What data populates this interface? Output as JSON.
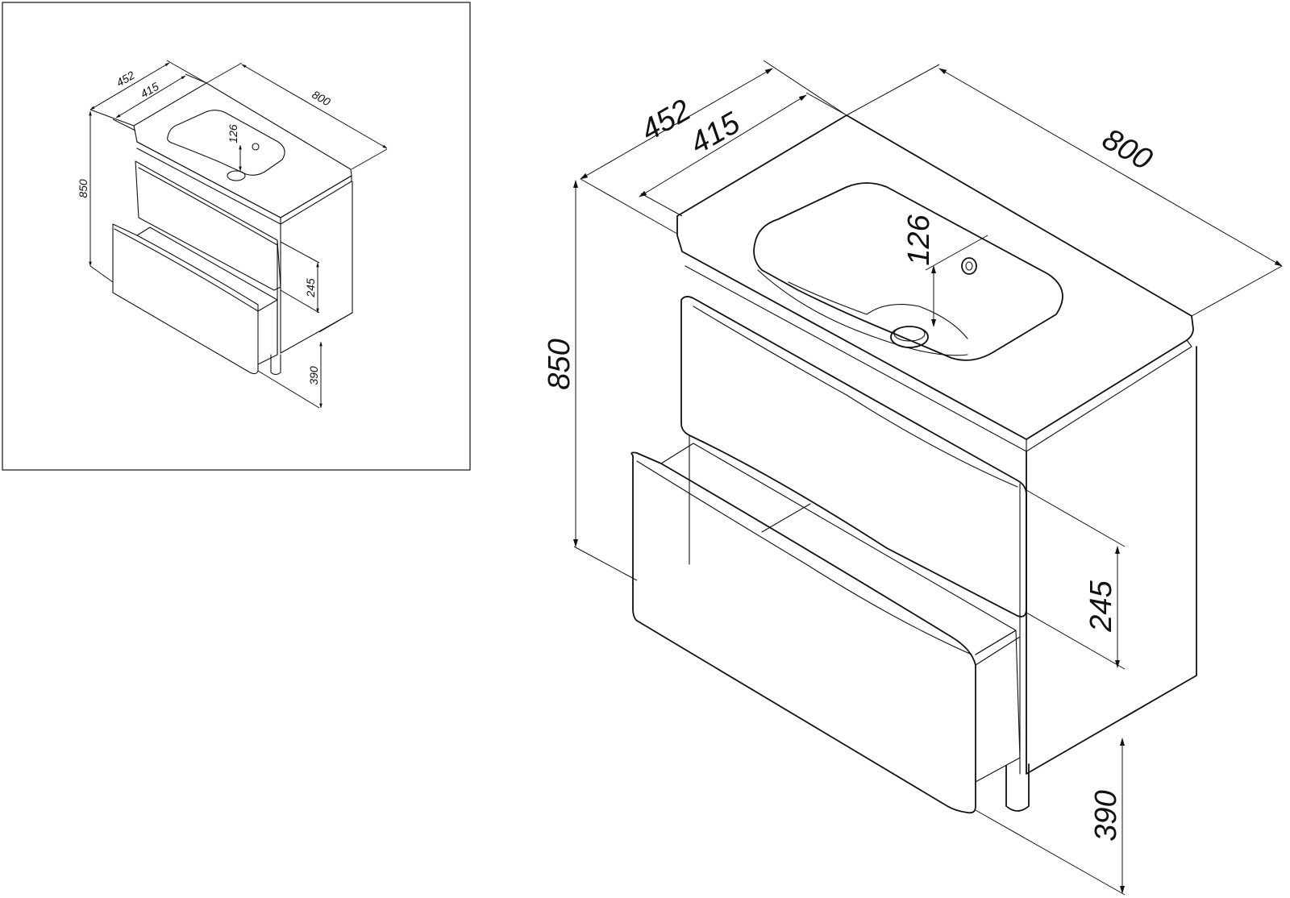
{
  "dimensions": {
    "depth_total": "452",
    "depth_inner": "415",
    "width": "800",
    "height": "850",
    "basin_depth": "126",
    "drawer_height": "245",
    "leg_height": "390"
  }
}
